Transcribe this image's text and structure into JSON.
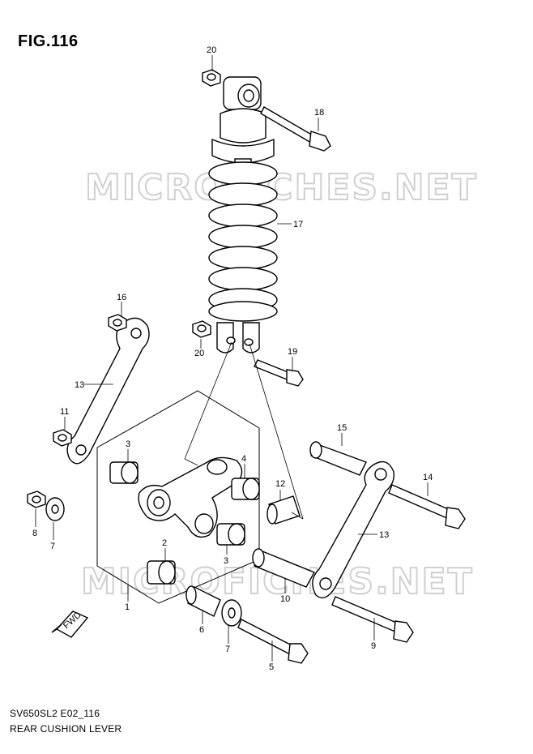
{
  "figure": {
    "title": "FIG.116",
    "code": "SV650SL2 E02_116",
    "name": "REAR CUSHION LEVER"
  },
  "watermark": "MICROFICHES.NET",
  "direction_label": "FWD",
  "callouts": [
    "20",
    "18",
    "17",
    "16",
    "20",
    "19",
    "13",
    "11",
    "3",
    "4",
    "12",
    "15",
    "14",
    "8",
    "7",
    "2",
    "3",
    "13",
    "1",
    "10",
    "6",
    "7",
    "9",
    "5"
  ]
}
